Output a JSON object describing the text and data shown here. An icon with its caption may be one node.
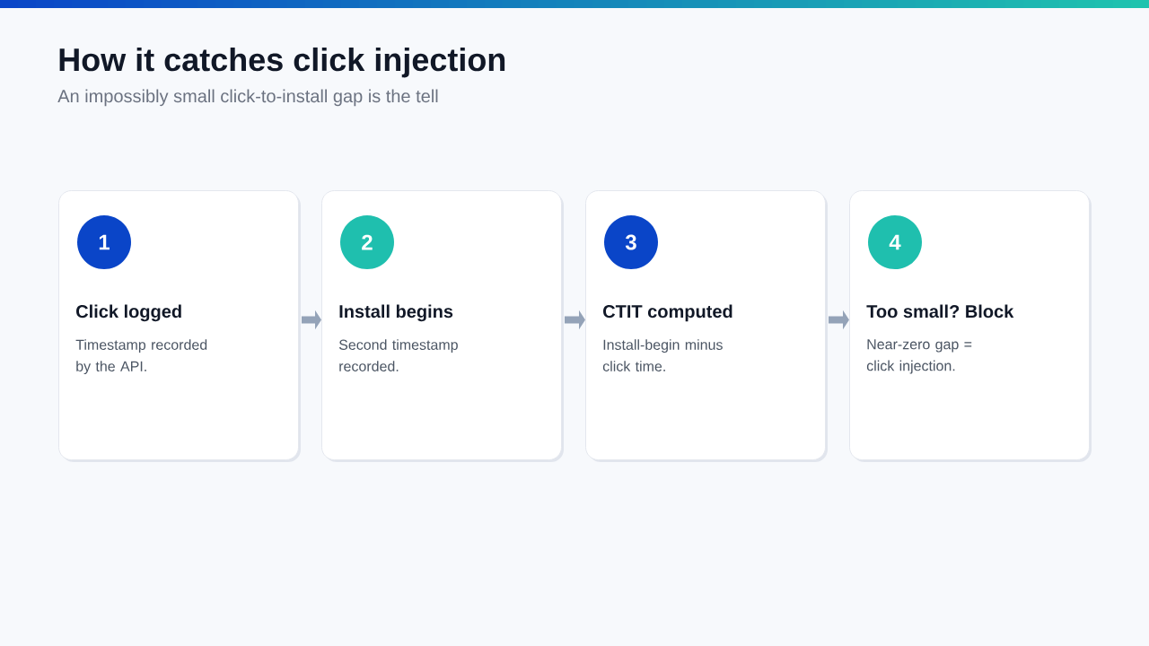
{
  "diagram": {
    "title": "How it catches click injection",
    "nodes": [
      {
        "text": [
          "Click logged",
          "Timestamp recorded by the API."
        ]
      },
      {
        "text": [
          "1"
        ],
        "in": 0
      },
      {
        "text": [
          "Install begins",
          "Second timestamp recorded."
        ]
      },
      {
        "text": [
          "2"
        ],
        "in": 2
      },
      {
        "text": [
          "CTIT computed",
          "Install-begin minus click time."
        ]
      },
      {
        "text": [
          "3"
        ],
        "in": 4
      },
      {
        "text": [
          "Too small? Block",
          "Near-zero gap = click injection."
        ]
      },
      {
        "text": [
          "4"
        ],
        "in": 6
      }
    ],
    "edges": [
      {
        "from": 0,
        "to": 2,
        "arrow": "to"
      },
      {
        "from": 2,
        "to": 4,
        "arrow": "to"
      },
      {
        "from": 4,
        "to": 6,
        "arrow": "to"
      }
    ],
    "labels": [
      "An impossibly small click-to-install gap is the tell"
    ]
  }
}
